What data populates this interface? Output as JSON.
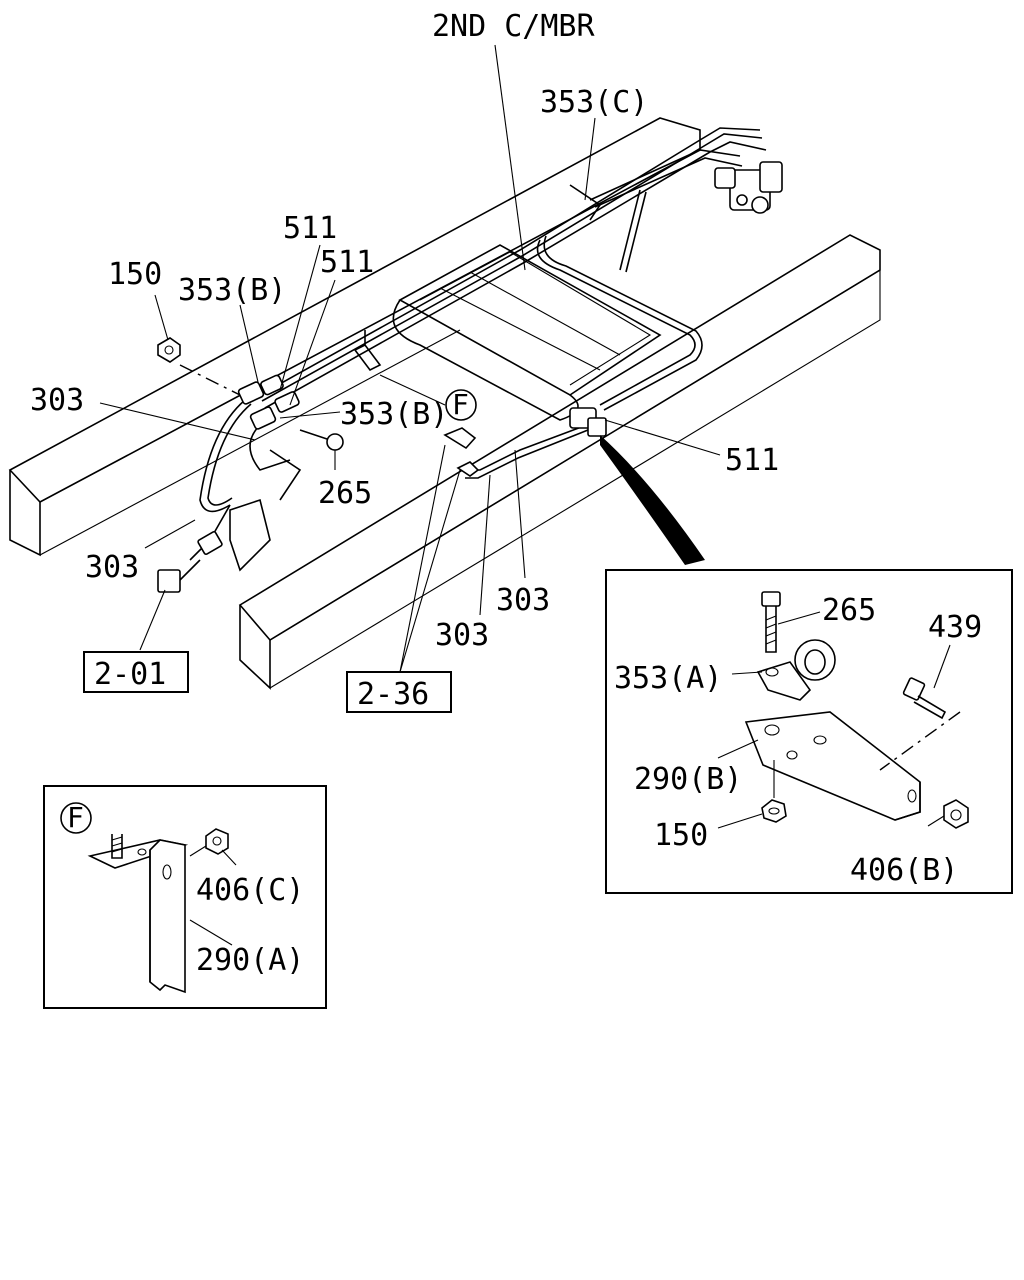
{
  "title": "2ND C/MBR",
  "labels": {
    "l353c": "353(C)",
    "l511_top": "511",
    "l511_mid": "511",
    "l150_main": "150",
    "l353b_top": "353(B)",
    "l353b_mid": "353(B)",
    "l303_left": "303",
    "l265_main": "265",
    "l303_bottomleft": "303",
    "l511_right": "511",
    "l303_center": "303",
    "l303_lower": "303",
    "callout_f": "F"
  },
  "refs": {
    "ref_201": "2-01",
    "ref_236": "2-36"
  },
  "detail_right": {
    "l265": "265",
    "l439": "439",
    "l353a": "353(A)",
    "l290b": "290(B)",
    "l150": "150",
    "l406b": "406(B)"
  },
  "detail_f": {
    "marker": "F",
    "l406c": "406(C)",
    "l290a": "290(A)"
  }
}
